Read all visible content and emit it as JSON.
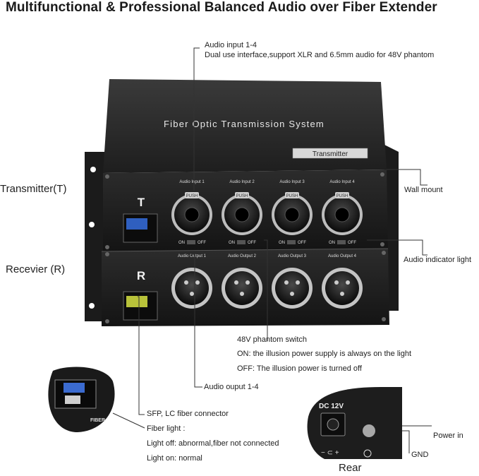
{
  "title": "Multifunctional & Professional Balanced Audio over Fiber Extender",
  "device": {
    "panel_title": "Fiber Optic Transmission System",
    "model_tag": "Transmitter",
    "tx_letter": "T",
    "rx_letter": "R",
    "input_ports": [
      "Audio Input 1",
      "Audio Input 2",
      "Audio Input 3",
      "Audio Input 4"
    ],
    "output_ports": [
      "Audio Output 1",
      "Audio Output 2",
      "Audio Output 3",
      "Audio Output 4"
    ],
    "push_label": "PUSH",
    "switch_on": "ON",
    "switch_off": "OFF",
    "fiber_label": "FIBER"
  },
  "side_labels": {
    "transmitter": "Transmitter(T)",
    "receiver": "Recevier (R)"
  },
  "callouts": {
    "audio_input_title": "Audio input 1-4",
    "audio_input_desc": "Dual use interface,support XLR and 6.5mm audio for 48V phantom",
    "wall_mount": "Wall mount",
    "audio_indicator": "Audio indicator light",
    "phantom_title": "48V phantom switch",
    "phantom_on": "ON: the illusion power supply is always on the light",
    "phantom_off": "OFF: The illusion power is turned off",
    "audio_output": "Audio ouput 1-4",
    "sfp": "SFP, LC fiber connector",
    "fiber_light": "Fiber light :",
    "light_off": "Light off: abnormal,fiber not connected",
    "light_on": "Light on: normal",
    "power_in": "Power in",
    "gnd": "GND",
    "rear": "Rear",
    "dc_label": "DC 12V"
  }
}
